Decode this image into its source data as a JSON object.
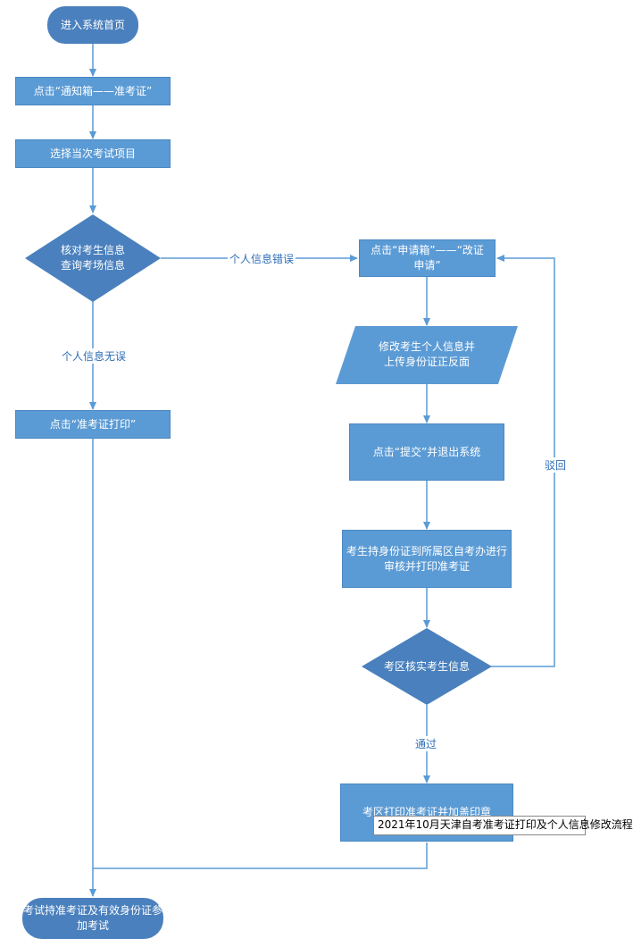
{
  "flowchart": {
    "nodes": {
      "start": "进入系统首页",
      "step1": "点击“通知箱——准考证”",
      "step2": "选择当次考试项目",
      "check": [
        "核对考生信息",
        "查询考场信息"
      ],
      "print": "点击“准考证打印”",
      "apply": [
        "点击“申请箱”——“改证",
        "申请”"
      ],
      "modify": [
        "修改考生个人信息并",
        "上传身份证正反面"
      ],
      "submit": "点击“提交”并退出系统",
      "visit": [
        "考生持身份证到所属区自考办进行",
        "审核并打印准考证"
      ],
      "verify": "考区核实考生信息",
      "stamp": "考区打印准考证并加盖印章",
      "end": [
        "考试持准考证及有效身份证参",
        "加考试"
      ]
    },
    "edges": {
      "error": "个人信息错误",
      "ok": "个人信息无误",
      "reject": "驳回",
      "pass": "通过"
    }
  },
  "overlay_caption": "2021年10月天津自考准考证打印及个人信息修改流程",
  "colors": {
    "node_fill": "#5b9bd5",
    "dark_fill": "#4a80bd",
    "line": "#5b9bd5",
    "label": "#2f6db5"
  }
}
